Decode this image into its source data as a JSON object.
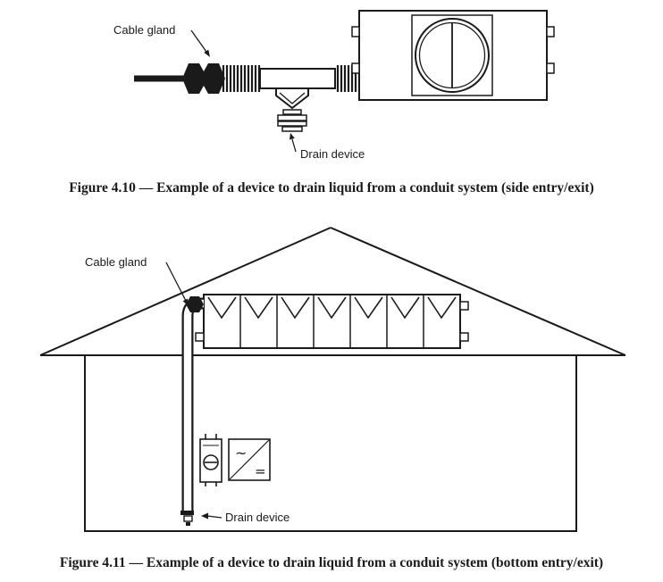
{
  "page": {
    "background": "#ffffff",
    "ink": "#1a1a1a"
  },
  "figure_410": {
    "labels": {
      "cable_gland": "Cable gland",
      "drain_device": "Drain device"
    },
    "caption": "Figure 4.10 — Example of a device to drain liquid from a conduit system (side entry/exit)"
  },
  "figure_411": {
    "labels": {
      "cable_gland": "Cable gland",
      "drain_device": "Drain device",
      "inverter_ac": "~",
      "inverter_dc": "="
    },
    "caption": "Figure 4.11 — Example of a device to drain liquid from a conduit system (bottom entry/exit)"
  }
}
